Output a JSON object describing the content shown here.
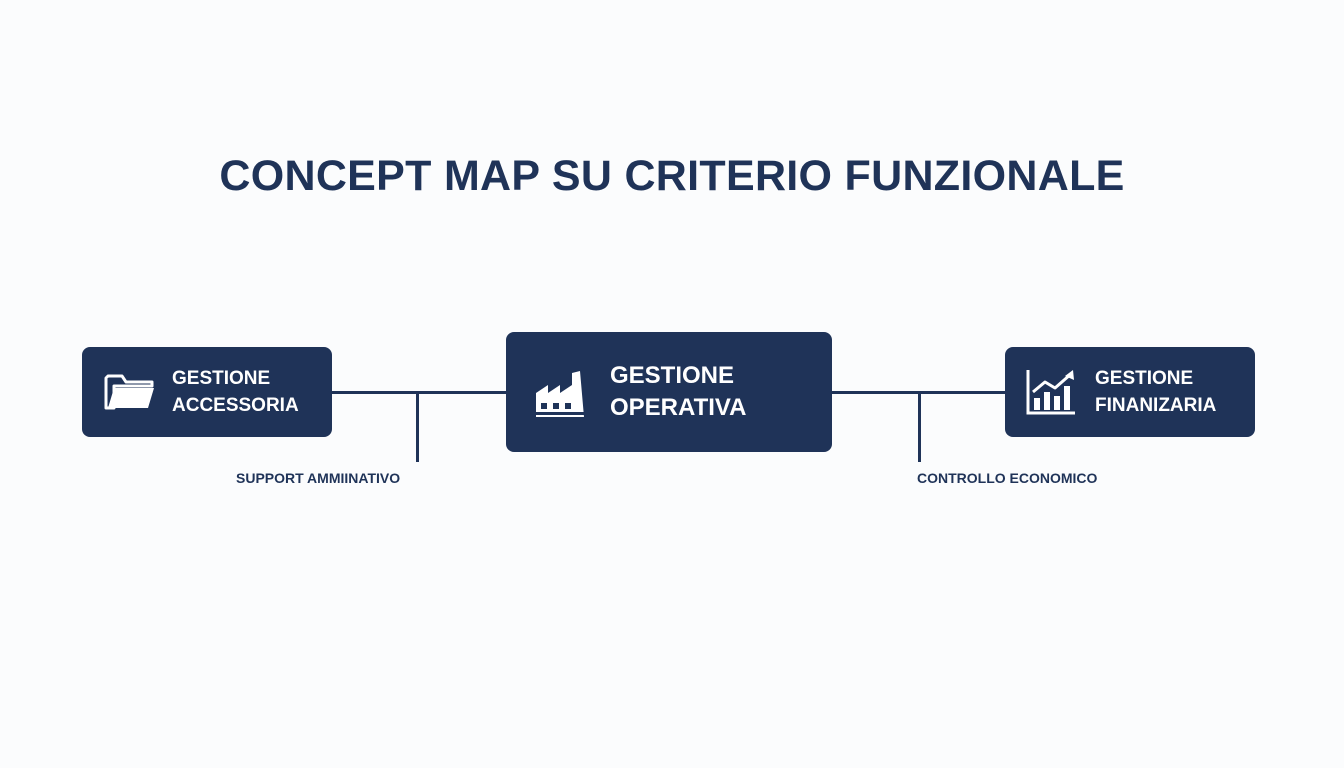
{
  "title": "CONCEPT MAP SU CRITERIO FUNZIONALE",
  "colors": {
    "background": "#fbfcfd",
    "primary": "#1f3358",
    "node_text": "#ffffff"
  },
  "nodes": {
    "left": {
      "icon": "folder-icon",
      "line1": "GESTIONE",
      "line2": "ACCESSORIA"
    },
    "center": {
      "icon": "factory-icon",
      "line1": "GESTIONE",
      "line2": "OPERATIVA"
    },
    "right": {
      "icon": "bar-chart-trend-icon",
      "line1": "GESTIONE",
      "line2": "FINANIZARIA"
    }
  },
  "edges": {
    "left_label": "SUPPORT AMMIINATIVO",
    "right_label": "CONTROLLO ECONOMICO"
  }
}
